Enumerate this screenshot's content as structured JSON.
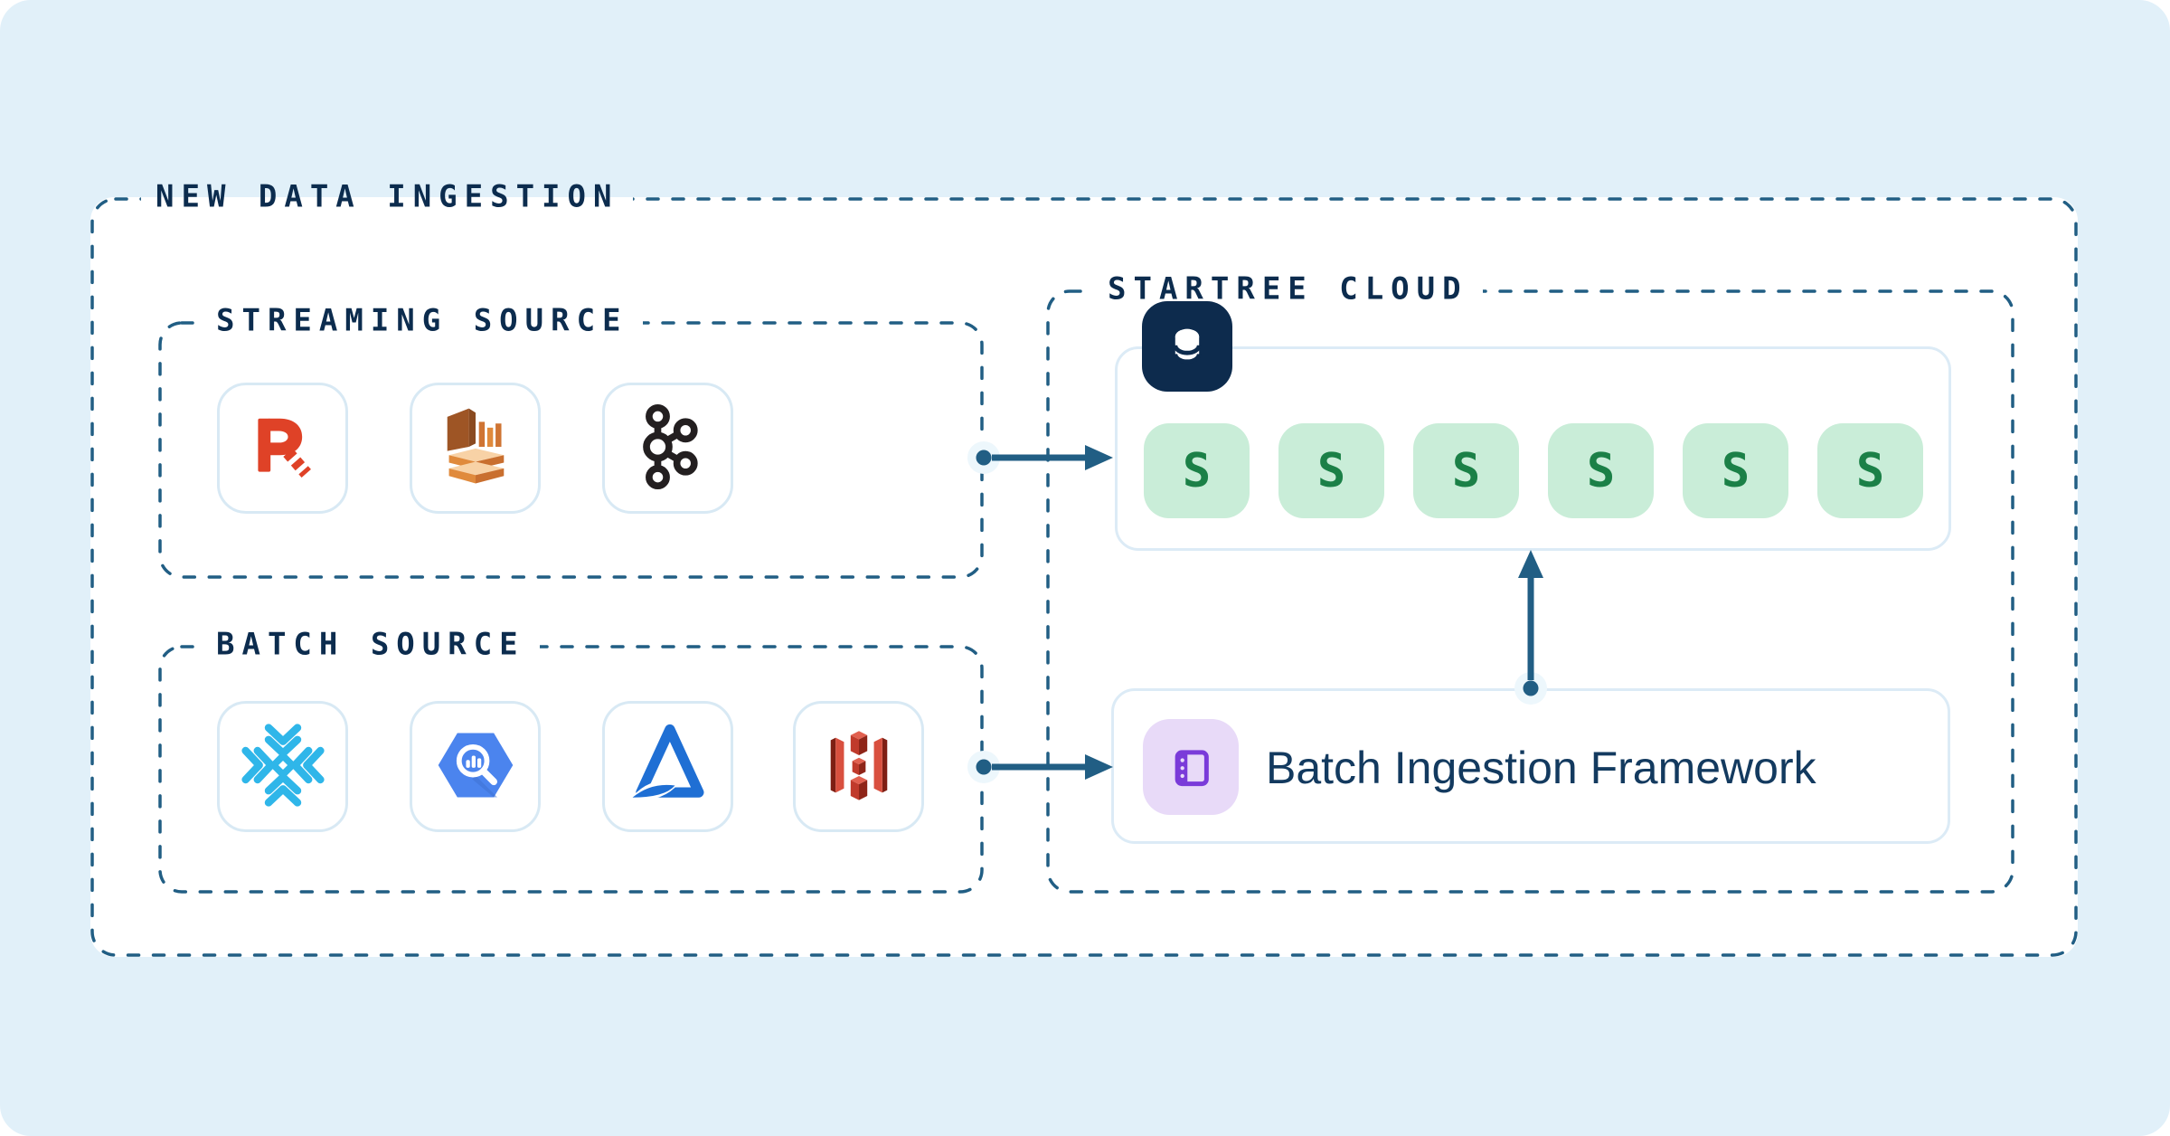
{
  "page": {
    "bg": "#E1F0F9"
  },
  "outer_box": {
    "label": "NEW DATA INGESTION"
  },
  "streaming_box": {
    "label": "STREAMING SOURCE",
    "icons": [
      {
        "name": "redpanda-icon"
      },
      {
        "name": "amazon-kinesis-icon"
      },
      {
        "name": "apache-kafka-icon"
      }
    ]
  },
  "batch_box": {
    "label": "BATCH SOURCE",
    "icons": [
      {
        "name": "snowflake-icon"
      },
      {
        "name": "google-bigquery-icon"
      },
      {
        "name": "delta-lake-icon"
      },
      {
        "name": "amazon-s3-icon"
      }
    ]
  },
  "startree_box": {
    "label": "STARTREE CLOUD",
    "database_icon": "pinot-database-icon",
    "servers": [
      "S",
      "S",
      "S",
      "S",
      "S",
      "S"
    ],
    "framework": {
      "icon": "batch-ingestion-icon",
      "label": "Batch Ingestion Framework"
    }
  },
  "colors": {
    "accent_dash": "#215E84",
    "title_text": "#0C2C4E",
    "server_fill": "#C9EDD8",
    "server_text": "#1B8047",
    "db_icon_bg": "#0D2B4D",
    "framework_icon": "#7A3BD9",
    "framework_icon_bg": "#E8DAF8",
    "tile_border": "#D8E9F4"
  }
}
